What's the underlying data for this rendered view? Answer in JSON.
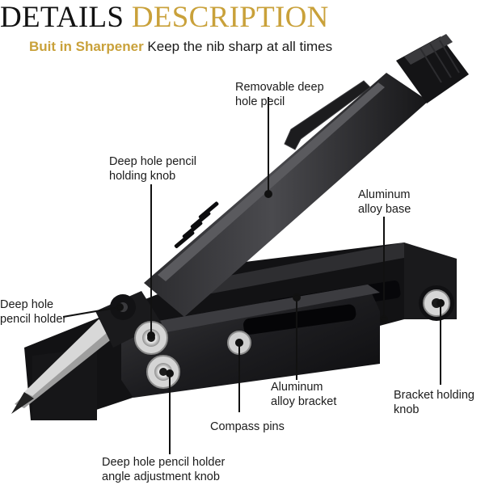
{
  "header": {
    "title_part1": "DETAILS",
    "title_part2": "DESCRIPTION",
    "subtitle_highlight": "Buit in Sharpener",
    "subtitle_rest": "Keep the nib sharp at all times"
  },
  "callouts": {
    "removable_pencil": [
      "Removable deep",
      "hole pecil"
    ],
    "holding_knob": [
      "Deep hole pencil",
      "holding knob"
    ],
    "aluminum_base": [
      "Aluminum",
      "alloy base"
    ],
    "pencil_holder": [
      "Deep hole",
      "pencil holder"
    ],
    "aluminum_bracket": [
      "Aluminum",
      "alloy bracket"
    ],
    "bracket_knob": [
      "Bracket holding",
      "knob"
    ],
    "compass_pins": [
      "Compass pins"
    ],
    "angle_knob": [
      "Deep hole pencil holder",
      "angle adjustment knob"
    ]
  },
  "colors": {
    "accent_gold": "#c9a13a",
    "tool_black": "#1c1c1e",
    "callout_line": "#111111"
  }
}
